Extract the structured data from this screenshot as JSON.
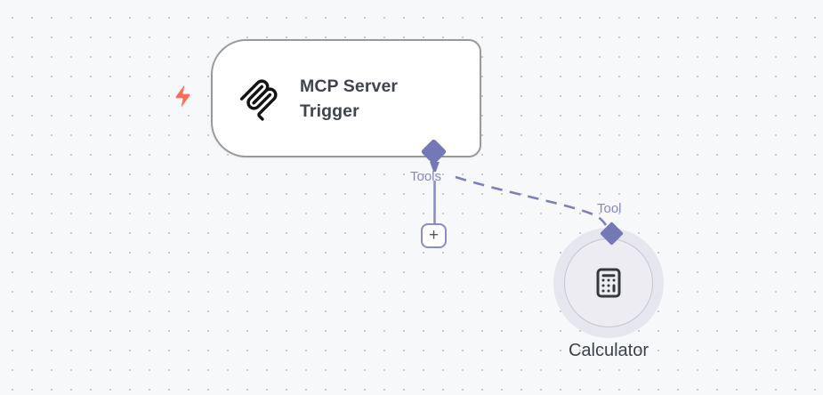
{
  "canvas": {
    "background_color": "#f7f8fa",
    "dot_color": "#c9cad1"
  },
  "nodes": {
    "trigger": {
      "title": "MCP Server Trigger",
      "icon": "mcp-logo-icon",
      "badge_icon": "lightning-bolt-icon",
      "badge_color": "#ff6d5c",
      "border_color": "#98989d",
      "fill_color": "#ffffff"
    },
    "calculator": {
      "title": "Calculator",
      "icon": "calculator-icon",
      "outer_fill": "#e6e6ee",
      "inner_fill": "#ececf2",
      "inner_border": "#c5c6d2"
    }
  },
  "connections": {
    "accent_color": "#7478b4",
    "line_color": "#8a8ec6",
    "dashed_line_color": "#7b7fbb",
    "output_label": "Tools",
    "input_label": "Tool",
    "add_button_label": "+"
  }
}
